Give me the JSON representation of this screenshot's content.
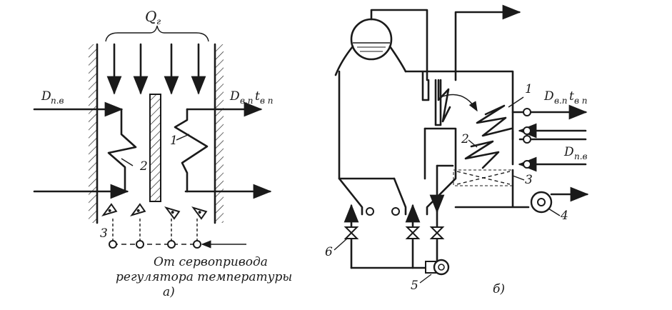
{
  "part_a": {
    "heat_flow_label": "Q",
    "heat_flow_sub": "г",
    "inlet_label": "D",
    "inlet_sub": "п.в",
    "outlet_label": "D",
    "outlet_sub": "в.п",
    "outlet_temp": "t",
    "outlet_temp_sub": "в п",
    "item_1": "1",
    "item_2": "2",
    "item_3": "3",
    "caption_line_1": "От сервопривода",
    "caption_line_2": "регулятора температуры",
    "sublabel": "а)"
  },
  "part_b": {
    "outlet_label": "D",
    "outlet_sub": "в.п",
    "outlet_temp": "t",
    "outlet_temp_sub": "в п",
    "inlet_label": "D",
    "inlet_sub": "п.в",
    "item_1": "1",
    "item_2": "2",
    "item_3": "3",
    "item_4": "4",
    "item_5": "5",
    "item_6": "6",
    "sublabel": "б)"
  }
}
